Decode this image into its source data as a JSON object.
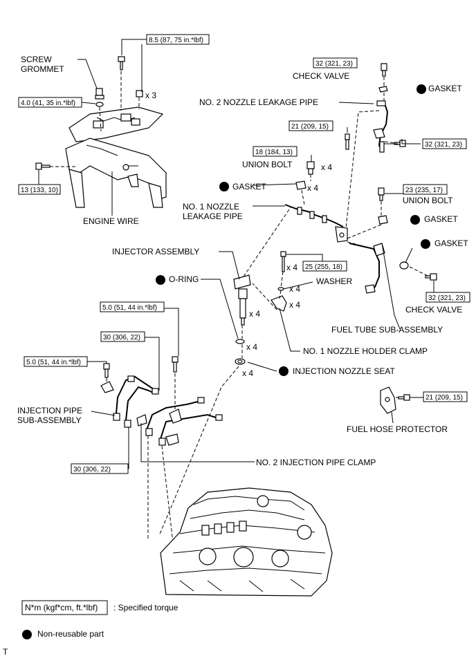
{
  "labels": {
    "screw_grommet_1": "SCREW",
    "screw_grommet_2": "GROMMET",
    "check_valve_top": "CHECK VALVE",
    "no2_leak_pipe": "NO. 2 NOZZLE LEAKAGE PIPE",
    "gasket_top": "GASKET",
    "union_bolt_left": "UNION BOLT",
    "gasket_left": "GASKET",
    "x4_gasket_left": "x 4",
    "x4_union_bolt": "x 4",
    "union_bolt_right": "UNION BOLT",
    "gasket_mid_right": "GASKET",
    "no1_leak_pipe_1": "NO. 1 NOZZLE",
    "no1_leak_pipe_2": "LEAKAGE PIPE",
    "engine_wire": "ENGINE WIRE",
    "injector_assembly": "INJECTOR ASSEMBLY",
    "gasket_right": "GASKET",
    "o_ring": "O-RING",
    "washer": "WASHER",
    "x4_bolt": "x 4",
    "x4_washer": "x 4",
    "x4_clamp": "x 4",
    "x4_injector": "x 4",
    "x4_oring": "x 4",
    "x4_seat": "x 4",
    "x3_nut": "x 3",
    "check_valve_right": "CHECK VALVE",
    "fuel_tube": "FUEL TUBE SUB-ASSEMBLY",
    "no1_holder_clamp": "NO. 1 NOZZLE HOLDER CLAMP",
    "injection_nozzle_seat": "INJECTION NOZZLE SEAT",
    "injection_pipe_1": "INJECTION PIPE",
    "injection_pipe_2": "SUB-ASSEMBLY",
    "fuel_hose_protector": "FUEL HOSE PROTECTOR",
    "no2_inj_pipe_clamp": "NO. 2 INJECTION PIPE CLAMP",
    "corner_mark": "T"
  },
  "torques": {
    "t_85": "8.5 (87, 75 in.*lbf)",
    "t_40": "4.0 (41, 35 in.*lbf)",
    "t_13": "13 (133, 10)",
    "t_32_top": "32 (321, 23)",
    "t_32_mid": "32 (321, 23)",
    "t_21_top": "21 (209, 15)",
    "t_18": "18 (184, 13)",
    "t_23": "23 (235, 17)",
    "t_25": "25 (255, 18)",
    "t_32_right": "32 (321, 23)",
    "t_50_a": "5.0 (51, 44 in.*lbf)",
    "t_30_a": "30 (306, 22)",
    "t_50_b": "5.0 (51, 44 in.*lbf)",
    "t_21_bottom": "21 (209, 15)",
    "t_30_b": "30 (306, 22)"
  },
  "legend": {
    "torque_unit": "N*m (kgf*cm, ft.*lbf)",
    "torque_desc": ": Specified torque",
    "nonreusable_desc": "Non-reusable part"
  }
}
